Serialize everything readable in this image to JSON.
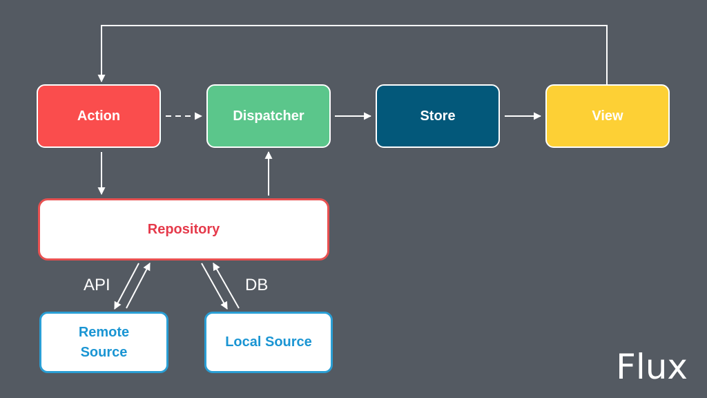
{
  "title": "Flux",
  "nodes": {
    "action": "Action",
    "dispatcher": "Dispatcher",
    "store": "Store",
    "view": "View",
    "repository": "Repository",
    "remote_source": "Remote\nSource",
    "local_source": "Local Source"
  },
  "edge_labels": {
    "api": "API",
    "db": "DB"
  },
  "colors": {
    "background": "#545a62",
    "action": "#fa4d4d",
    "dispatcher": "#5bc68b",
    "store": "#03587a",
    "view": "#fdd035",
    "repository_text": "#e53a4b",
    "source_text": "#1a95d3"
  }
}
